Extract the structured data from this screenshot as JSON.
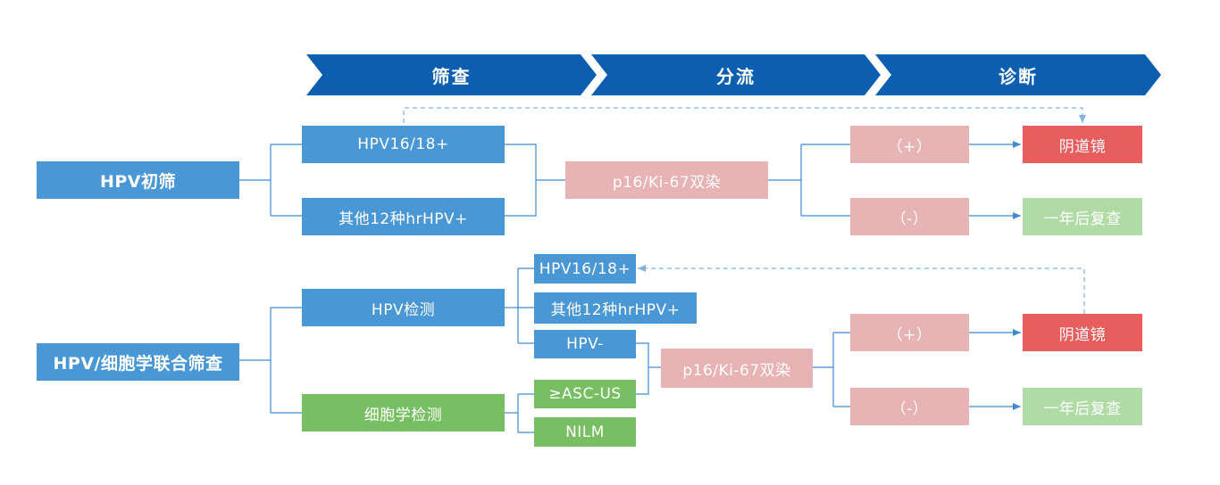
{
  "stages": [
    "筛查",
    "分流",
    "诊断"
  ],
  "colors": {
    "stage_blue": "#0c5fb0",
    "box_blue": "#4a97d6",
    "box_green": "#77bf62",
    "box_pink": "#e8b3b5",
    "box_red": "#e85e5f",
    "box_light_green": "#b0dba4",
    "connector": "#3f8ad2"
  },
  "flow1": {
    "root": "HPV初筛",
    "hpv1618": "HPV16/18+",
    "other12": "其他12种hrHPV+",
    "triage": "p16/Ki-67双染",
    "positive": "（+）",
    "negative": "（-）",
    "colposcopy": "阴道镜",
    "followup": "一年后复查"
  },
  "flow2": {
    "root": "HPV/细胞学联合筛查",
    "hpv_test": "HPV检测",
    "cyto_test": "细胞学检测",
    "hpv1618": "HPV16/18+",
    "other12": "其他12种hrHPV+",
    "hpv_neg": "HPV-",
    "ascus": "≥ASC-US",
    "nilm": "NILM",
    "triage": "p16/Ki-67双染",
    "positive": "（+）",
    "negative": "（-）",
    "colposcopy": "阴道镜",
    "followup": "一年后复查"
  }
}
